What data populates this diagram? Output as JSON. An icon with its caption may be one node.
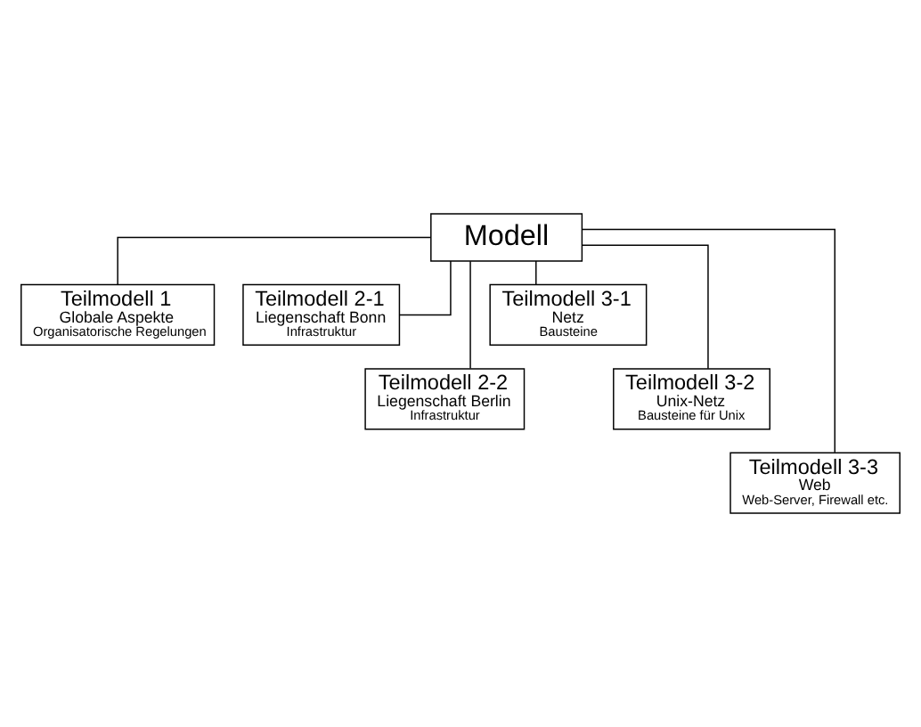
{
  "diagram": {
    "nodes": [
      {
        "text": [
          "Modell"
        ]
      },
      {
        "text": [
          "Teilmodell 1",
          "Globale Aspekte",
          "Organisatorische Regelungen"
        ]
      },
      {
        "text": [
          "Teilmodell 2-1",
          "Liegenschaft Bonn",
          "Infrastruktur"
        ]
      },
      {
        "text": [
          "Teilmodell 2-2",
          "Liegenschaft Berlin",
          "Infrastruktur"
        ]
      },
      {
        "text": [
          "Teilmodell 3-1",
          "Netz",
          "Bausteine"
        ]
      },
      {
        "text": [
          "Teilmodell 3-2",
          "Unix-Netz",
          "Bausteine für Unix"
        ]
      },
      {
        "text": [
          "Teilmodell 3-3",
          "Web",
          "Web-Server, Firewall etc."
        ]
      }
    ],
    "edges": [
      {
        "from": 0,
        "to": 1,
        "arrow": "none"
      },
      {
        "from": 0,
        "to": 2,
        "arrow": "none"
      },
      {
        "from": 0,
        "to": 3,
        "arrow": "none"
      },
      {
        "from": 0,
        "to": 4,
        "arrow": "none"
      },
      {
        "from": 0,
        "to": 5,
        "arrow": "none"
      },
      {
        "from": 0,
        "to": 6,
        "arrow": "none"
      }
    ]
  }
}
